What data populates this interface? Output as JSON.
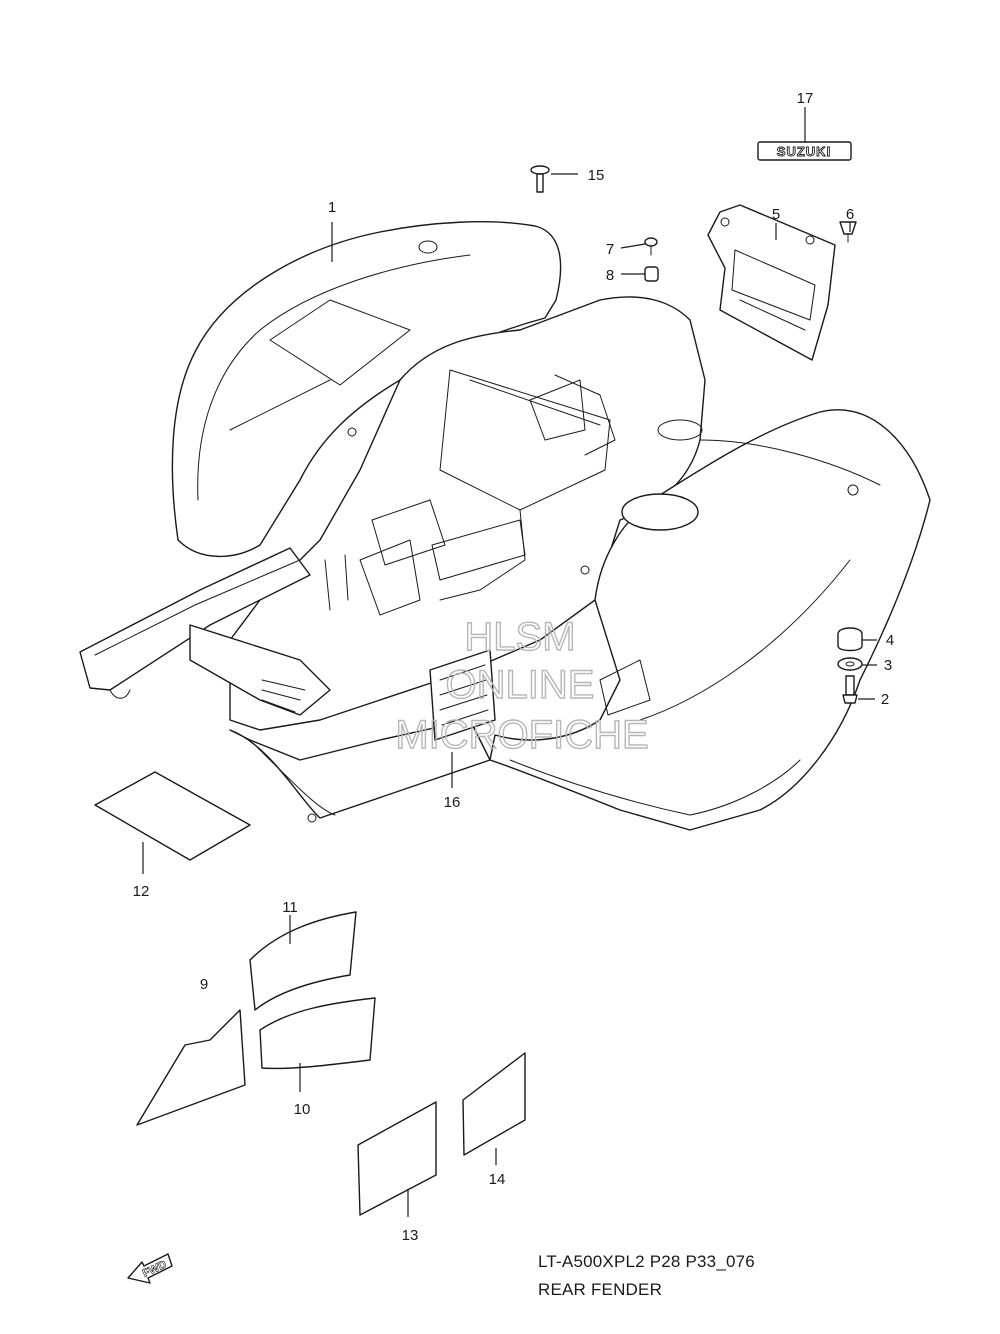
{
  "diagram": {
    "model_code": "LT-A500XPL2 P28 P33_076",
    "section_title": "REAR FENDER",
    "watermark": [
      "HLSM",
      "ONLINE",
      "MICROFICHE"
    ],
    "emblem_text": "SUZUKI",
    "direction_label": "FWD"
  },
  "callouts": [
    "1",
    "2",
    "3",
    "4",
    "5",
    "6",
    "7",
    "8",
    "9",
    "10",
    "11",
    "12",
    "13",
    "14",
    "15",
    "16",
    "17"
  ]
}
